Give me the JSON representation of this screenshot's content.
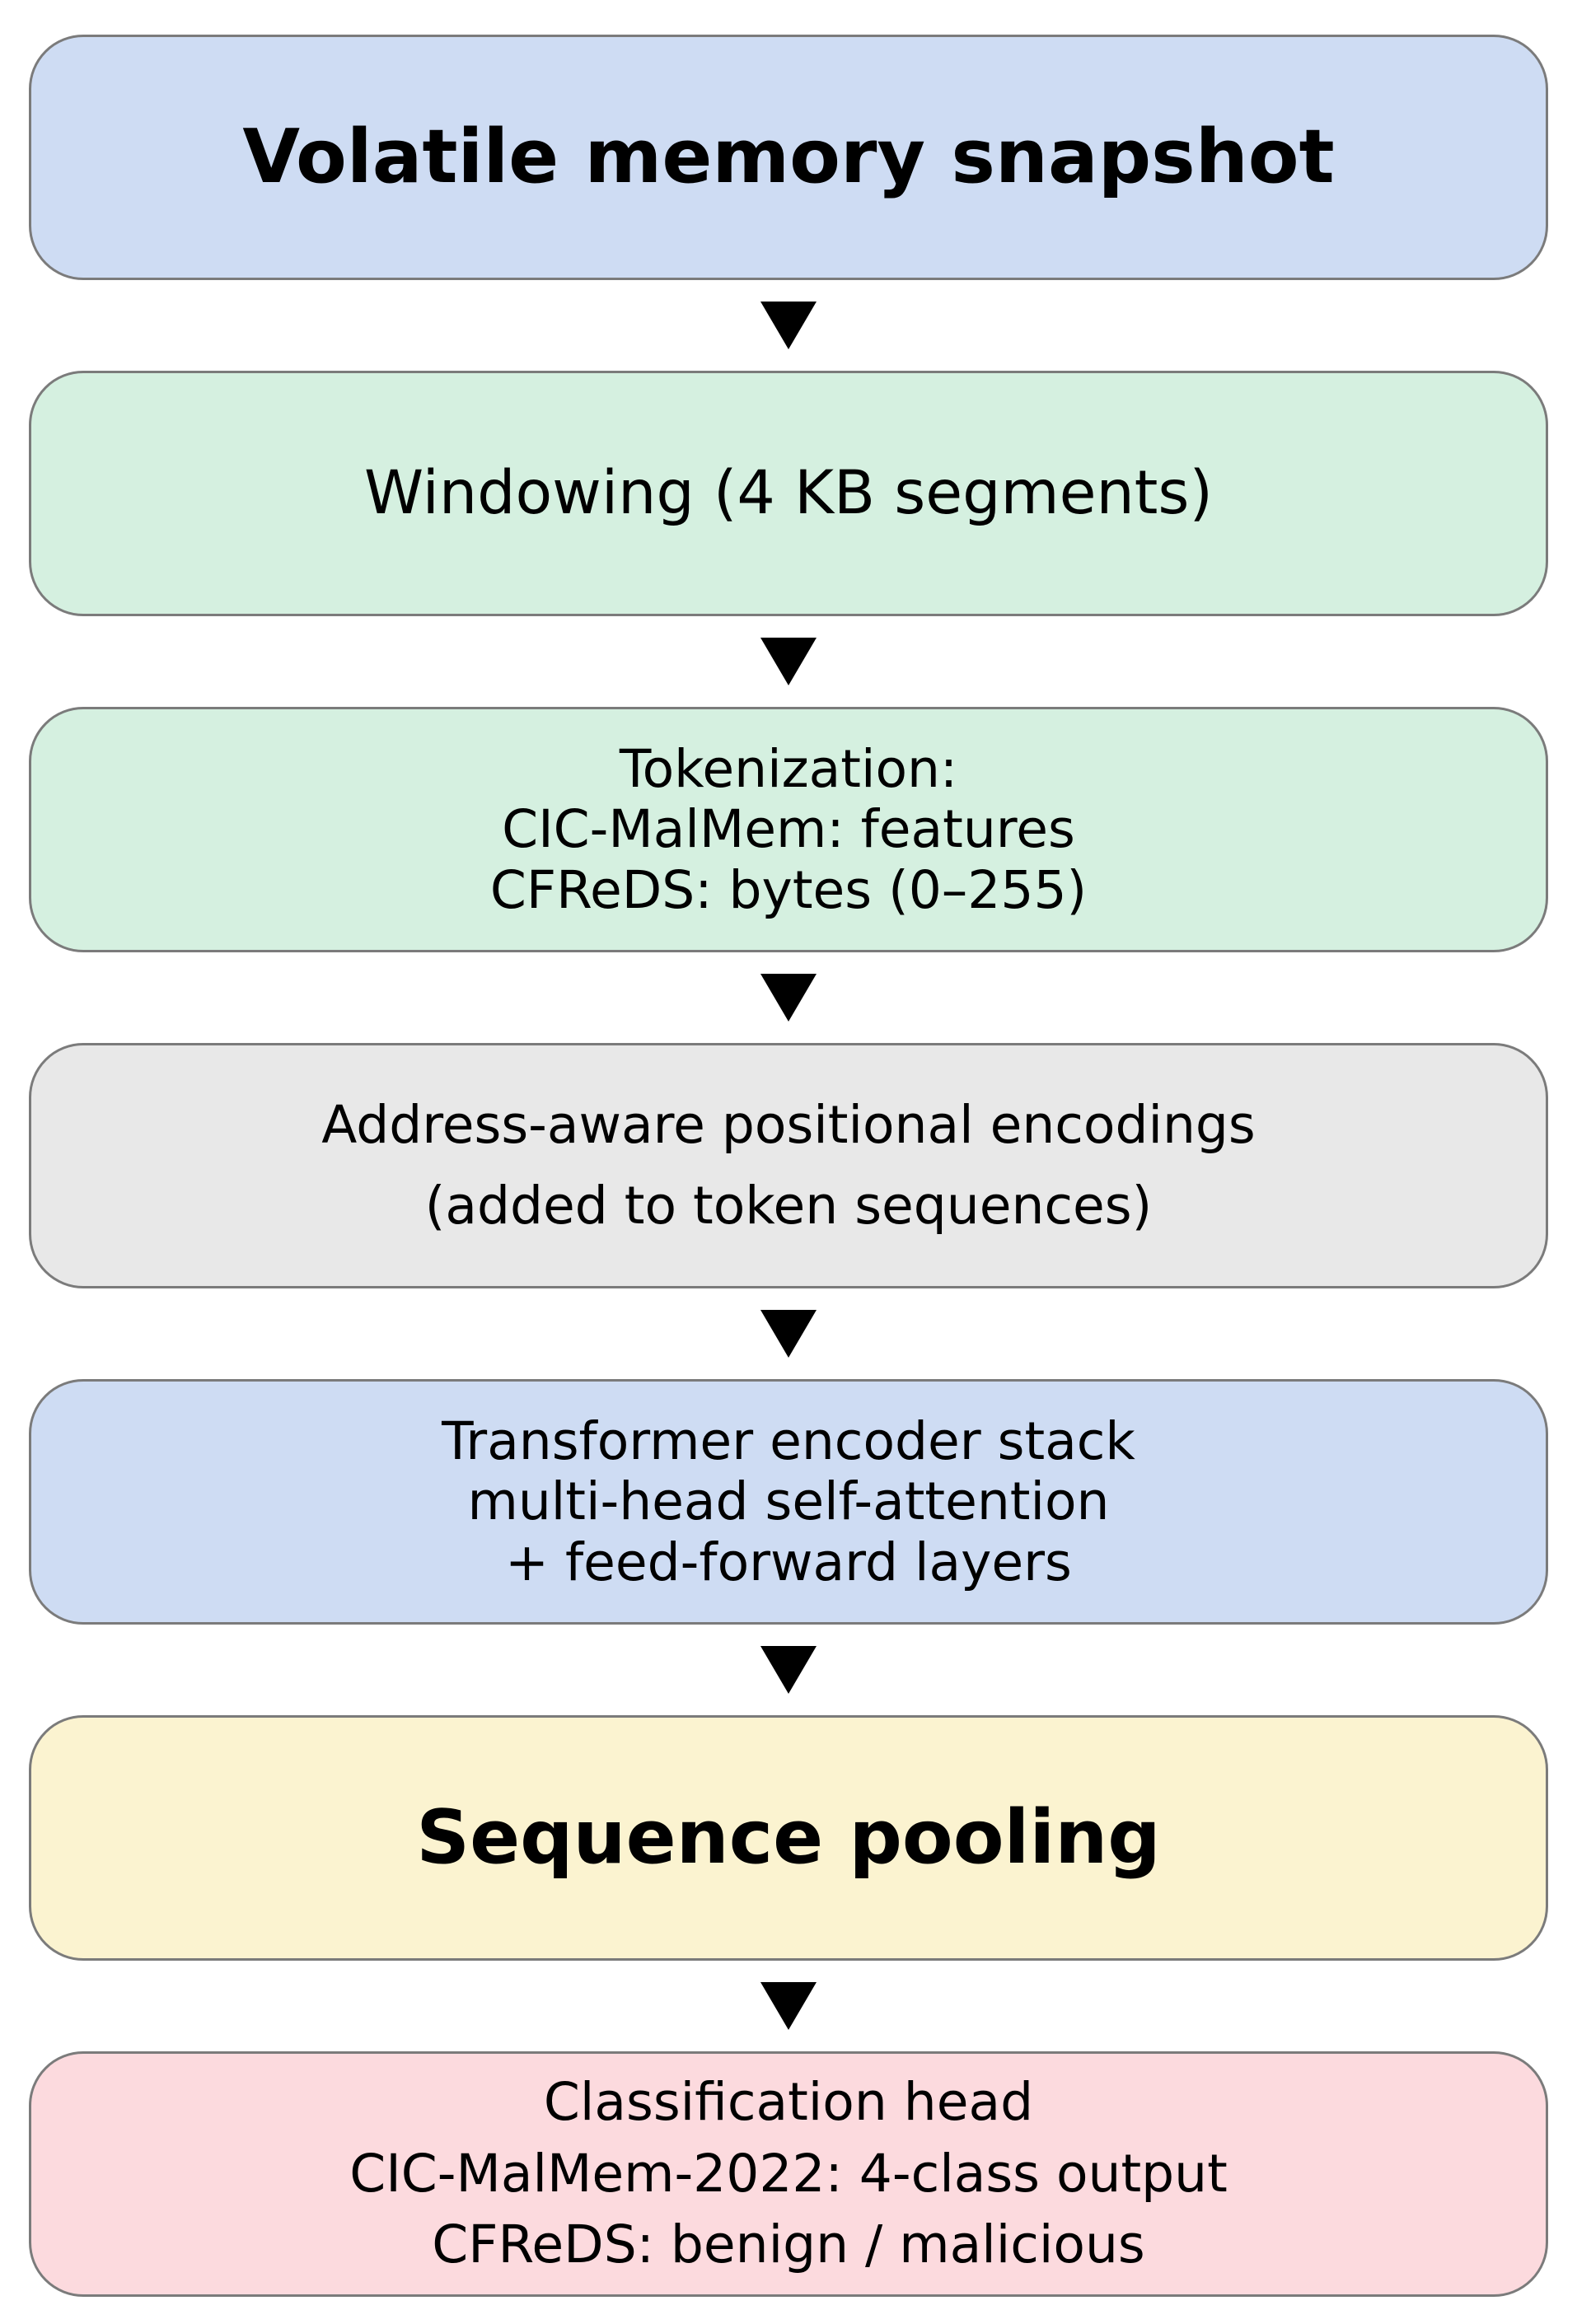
{
  "diagram": {
    "direction": "top-down",
    "connectors": {
      "glyph": "▼",
      "count": 6,
      "color": "#000000"
    },
    "palette": {
      "node_blue": "#cedcf3",
      "node_green": "#d5f0e0",
      "node_gray": "#e8e8e8",
      "node_yellow": "#fbf3d0",
      "node_pink": "#fcdade",
      "border": "#7b7b7b",
      "background": "#ffffff",
      "text": "#000000"
    },
    "nodes": [
      {
        "bold": true,
        "fill": "#cedcf3",
        "lines": [
          "Volatile memory snapshot"
        ]
      },
      {
        "bold": false,
        "fill": "#d5f0e0",
        "lines": [
          "Windowing (4 KB segments)"
        ]
      },
      {
        "bold": false,
        "fill": "#d5f0e0",
        "lines": [
          "Tokenization:",
          "CIC-MalMem: features",
          "CFReDS: bytes (0–255)"
        ]
      },
      {
        "bold": false,
        "fill": "#e8e8e8",
        "lines": [
          "Address-aware positional encodings",
          "(added to token sequences)"
        ]
      },
      {
        "bold": false,
        "fill": "#cedcf3",
        "lines": [
          "Transformer encoder stack",
          "multi-head self-attention",
          "+ feed-forward layers"
        ]
      },
      {
        "bold": true,
        "fill": "#fbf3d0",
        "lines": [
          "Sequence pooling"
        ]
      },
      {
        "bold": false,
        "fill": "#fcdade",
        "lines": [
          "Classification head",
          "CIC-MalMem-2022: 4-class output",
          "CFReDS: benign / malicious"
        ]
      }
    ]
  }
}
